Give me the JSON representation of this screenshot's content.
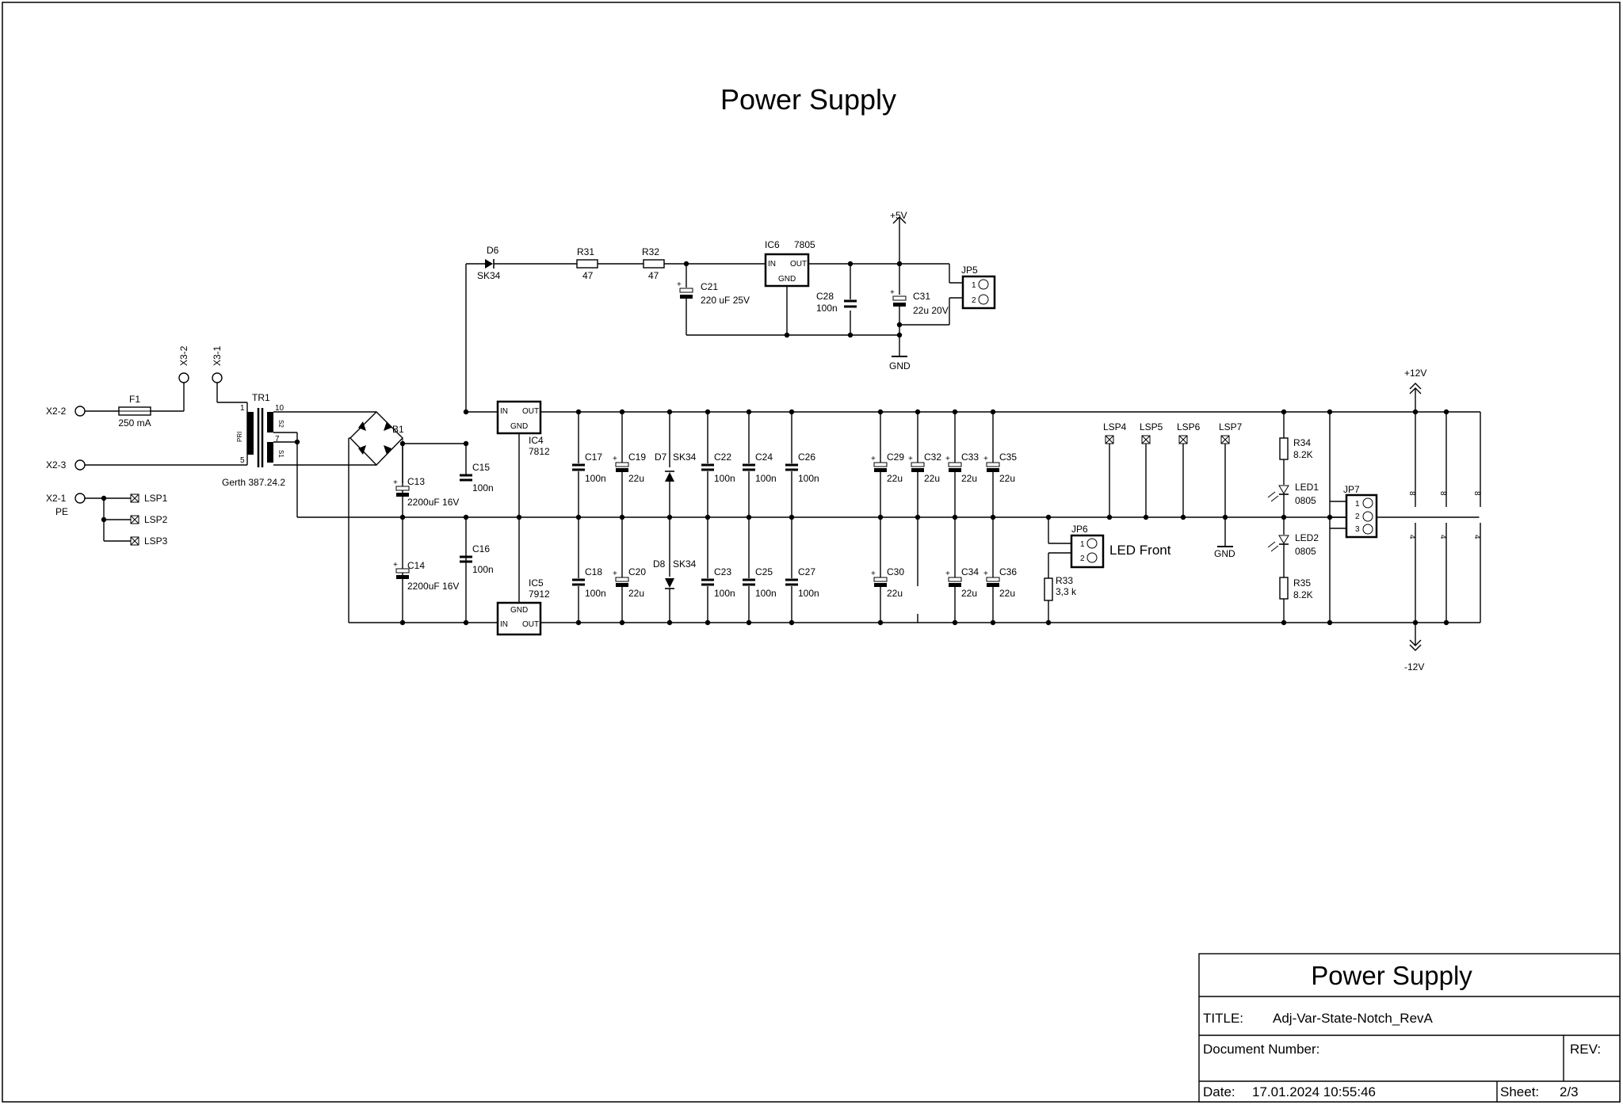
{
  "sheet": {
    "title": "Power Supply"
  },
  "title_block": {
    "heading": "Power Supply",
    "title_label": "TITLE:",
    "title_value": "Adj-Var-State-Notch_RevA",
    "doc_label": "Document Number:",
    "rev_label": "REV:",
    "date_label": "Date:",
    "date_value": "17.01.2024 10:55:46",
    "sheet_label": "Sheet:",
    "sheet_value": "2/3"
  },
  "power_nets": {
    "p5v": "+5V",
    "gnd": "GND",
    "p12v": "+12V",
    "m12v": "-12V"
  },
  "connectors": {
    "x2_2": "X2-2",
    "x2_3": "X2-3",
    "x2_1": "X2-1",
    "pe": "PE",
    "x3_2": "X3-2",
    "x3_1": "X3-1",
    "jp5": "JP5",
    "jp6": "JP6",
    "jp6_label": "LED Front",
    "jp7": "JP7"
  },
  "solder_points": [
    "LSP1",
    "LSP2",
    "LSP3",
    "LSP4",
    "LSP5",
    "LSP6",
    "LSP7"
  ],
  "parts": {
    "f1": {
      "name": "F1",
      "value": "250 mA"
    },
    "tr1": {
      "name": "TR1",
      "value": "Gerth 387.24.2",
      "pri": "PRI",
      "s1": "S1",
      "s2": "S2",
      "pins": [
        "1",
        "10",
        "5",
        "7"
      ]
    },
    "b1": {
      "name": "B1"
    },
    "d6": {
      "name": "D6",
      "value": "SK34"
    },
    "r31": {
      "name": "R31",
      "value": "47"
    },
    "r32": {
      "name": "R32",
      "value": "47"
    },
    "ic6": {
      "name": "IC6",
      "value": "7805",
      "pin_in": "IN",
      "pin_out": "OUT",
      "pin_gnd": "GND"
    },
    "c21": {
      "name": "C21",
      "value": "220 uF 25V"
    },
    "c28": {
      "name": "C28",
      "value": "100n"
    },
    "c31": {
      "name": "C31",
      "value": "22u 20V"
    },
    "ic4": {
      "name": "IC4",
      "value": "7812",
      "pin_in": "IN",
      "pin_out": "OUT",
      "pin_gnd": "GND"
    },
    "ic5": {
      "name": "IC5",
      "value": "7912",
      "pin_in": "IN",
      "pin_out": "OUT",
      "pin_gnd": "GND"
    },
    "c13": {
      "name": "C13",
      "value": "2200uF 16V"
    },
    "c14": {
      "name": "C14",
      "value": "2200uF 16V"
    },
    "c15": {
      "name": "C15",
      "value": "100n"
    },
    "c16": {
      "name": "C16",
      "value": "100n"
    },
    "c17": {
      "name": "C17",
      "value": "100n"
    },
    "c18": {
      "name": "C18",
      "value": "100n"
    },
    "c19": {
      "name": "C19",
      "value": "22u"
    },
    "c20": {
      "name": "C20",
      "value": "22u"
    },
    "d7": {
      "name": "D7",
      "value": "SK34"
    },
    "d8": {
      "name": "D8",
      "value": "SK34"
    },
    "c22": {
      "name": "C22",
      "value": "100n"
    },
    "c23": {
      "name": "C23",
      "value": "100n"
    },
    "c24": {
      "name": "C24",
      "value": "100n"
    },
    "c25": {
      "name": "C25",
      "value": "100n"
    },
    "c26": {
      "name": "C26",
      "value": "100n"
    },
    "c27": {
      "name": "C27",
      "value": "100n"
    },
    "c29": {
      "name": "C29",
      "value": "22u"
    },
    "c30": {
      "name": "C30",
      "value": "22u"
    },
    "c32": {
      "name": "C32",
      "value": "22u"
    },
    "c33": {
      "name": "C33",
      "value": "22u"
    },
    "c34": {
      "name": "C34",
      "value": "22u"
    },
    "c35": {
      "name": "C35",
      "value": "22u"
    },
    "c36": {
      "name": "C36",
      "value": "22u"
    },
    "r33": {
      "name": "R33",
      "value": "3,3 k"
    },
    "r34": {
      "name": "R34",
      "value": "8.2K"
    },
    "r35": {
      "name": "R35",
      "value": "8.2K"
    },
    "led1": {
      "name": "LED1",
      "value": "0805"
    },
    "led2": {
      "name": "LED2",
      "value": "0805"
    }
  },
  "pin_numbers": {
    "one": "1",
    "two": "2",
    "three": "3",
    "four": "4",
    "eight": "8"
  }
}
